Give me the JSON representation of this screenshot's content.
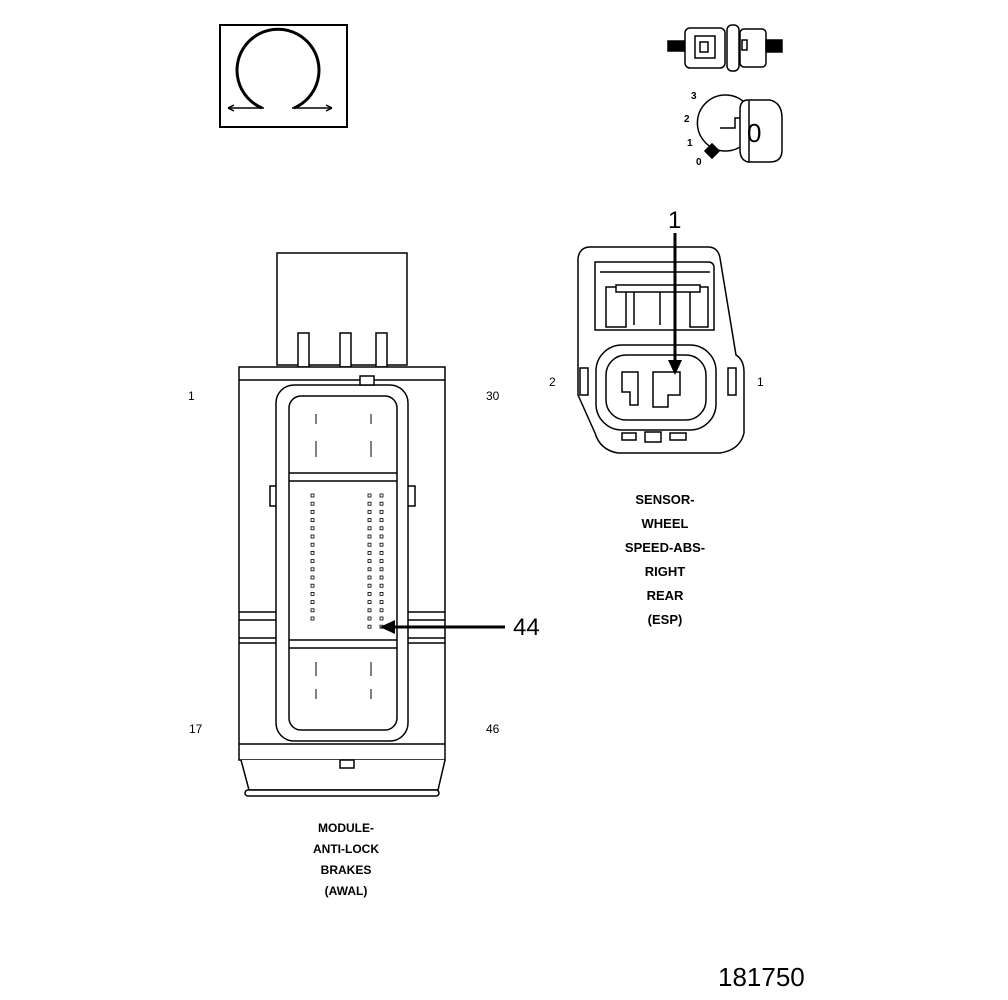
{
  "ohm_symbol": {
    "icon": "ohm-resistance-icon"
  },
  "ignition": {
    "connector_icon": "disconnected-connector-icon",
    "key_icon": "ignition-key-icon",
    "positions": [
      "3",
      "2",
      "1",
      "0"
    ],
    "key_text": "0"
  },
  "module_connector": {
    "pins": {
      "top_left": "1",
      "top_right": "30",
      "bottom_left": "17",
      "bottom_right": "46"
    },
    "callout": "44",
    "caption": [
      "MODULE-",
      "ANTI-LOCK",
      "BRAKES",
      "(AWAL)"
    ]
  },
  "sensor_connector": {
    "callout": "1",
    "pins": {
      "left": "2",
      "right": "1"
    },
    "caption": [
      "SENSOR-",
      "WHEEL",
      "SPEED-ABS-",
      "RIGHT",
      "REAR",
      "(ESP)"
    ]
  },
  "figure_number": "181750"
}
